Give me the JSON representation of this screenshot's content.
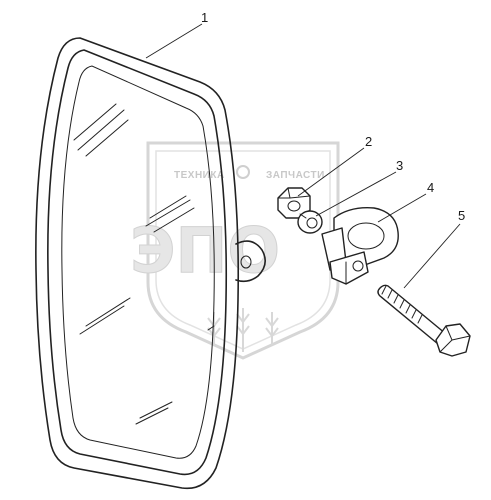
{
  "watermark": {
    "text_left": "ТЕХНИКА",
    "text_right": "ЗАПЧАСТИ",
    "letters": "ЭПО"
  },
  "callouts": [
    {
      "label": "1",
      "part": "mirror"
    },
    {
      "label": "2",
      "part": "nut"
    },
    {
      "label": "3",
      "part": "washer"
    },
    {
      "label": "4",
      "part": "clamp"
    },
    {
      "label": "5",
      "part": "bolt"
    }
  ]
}
